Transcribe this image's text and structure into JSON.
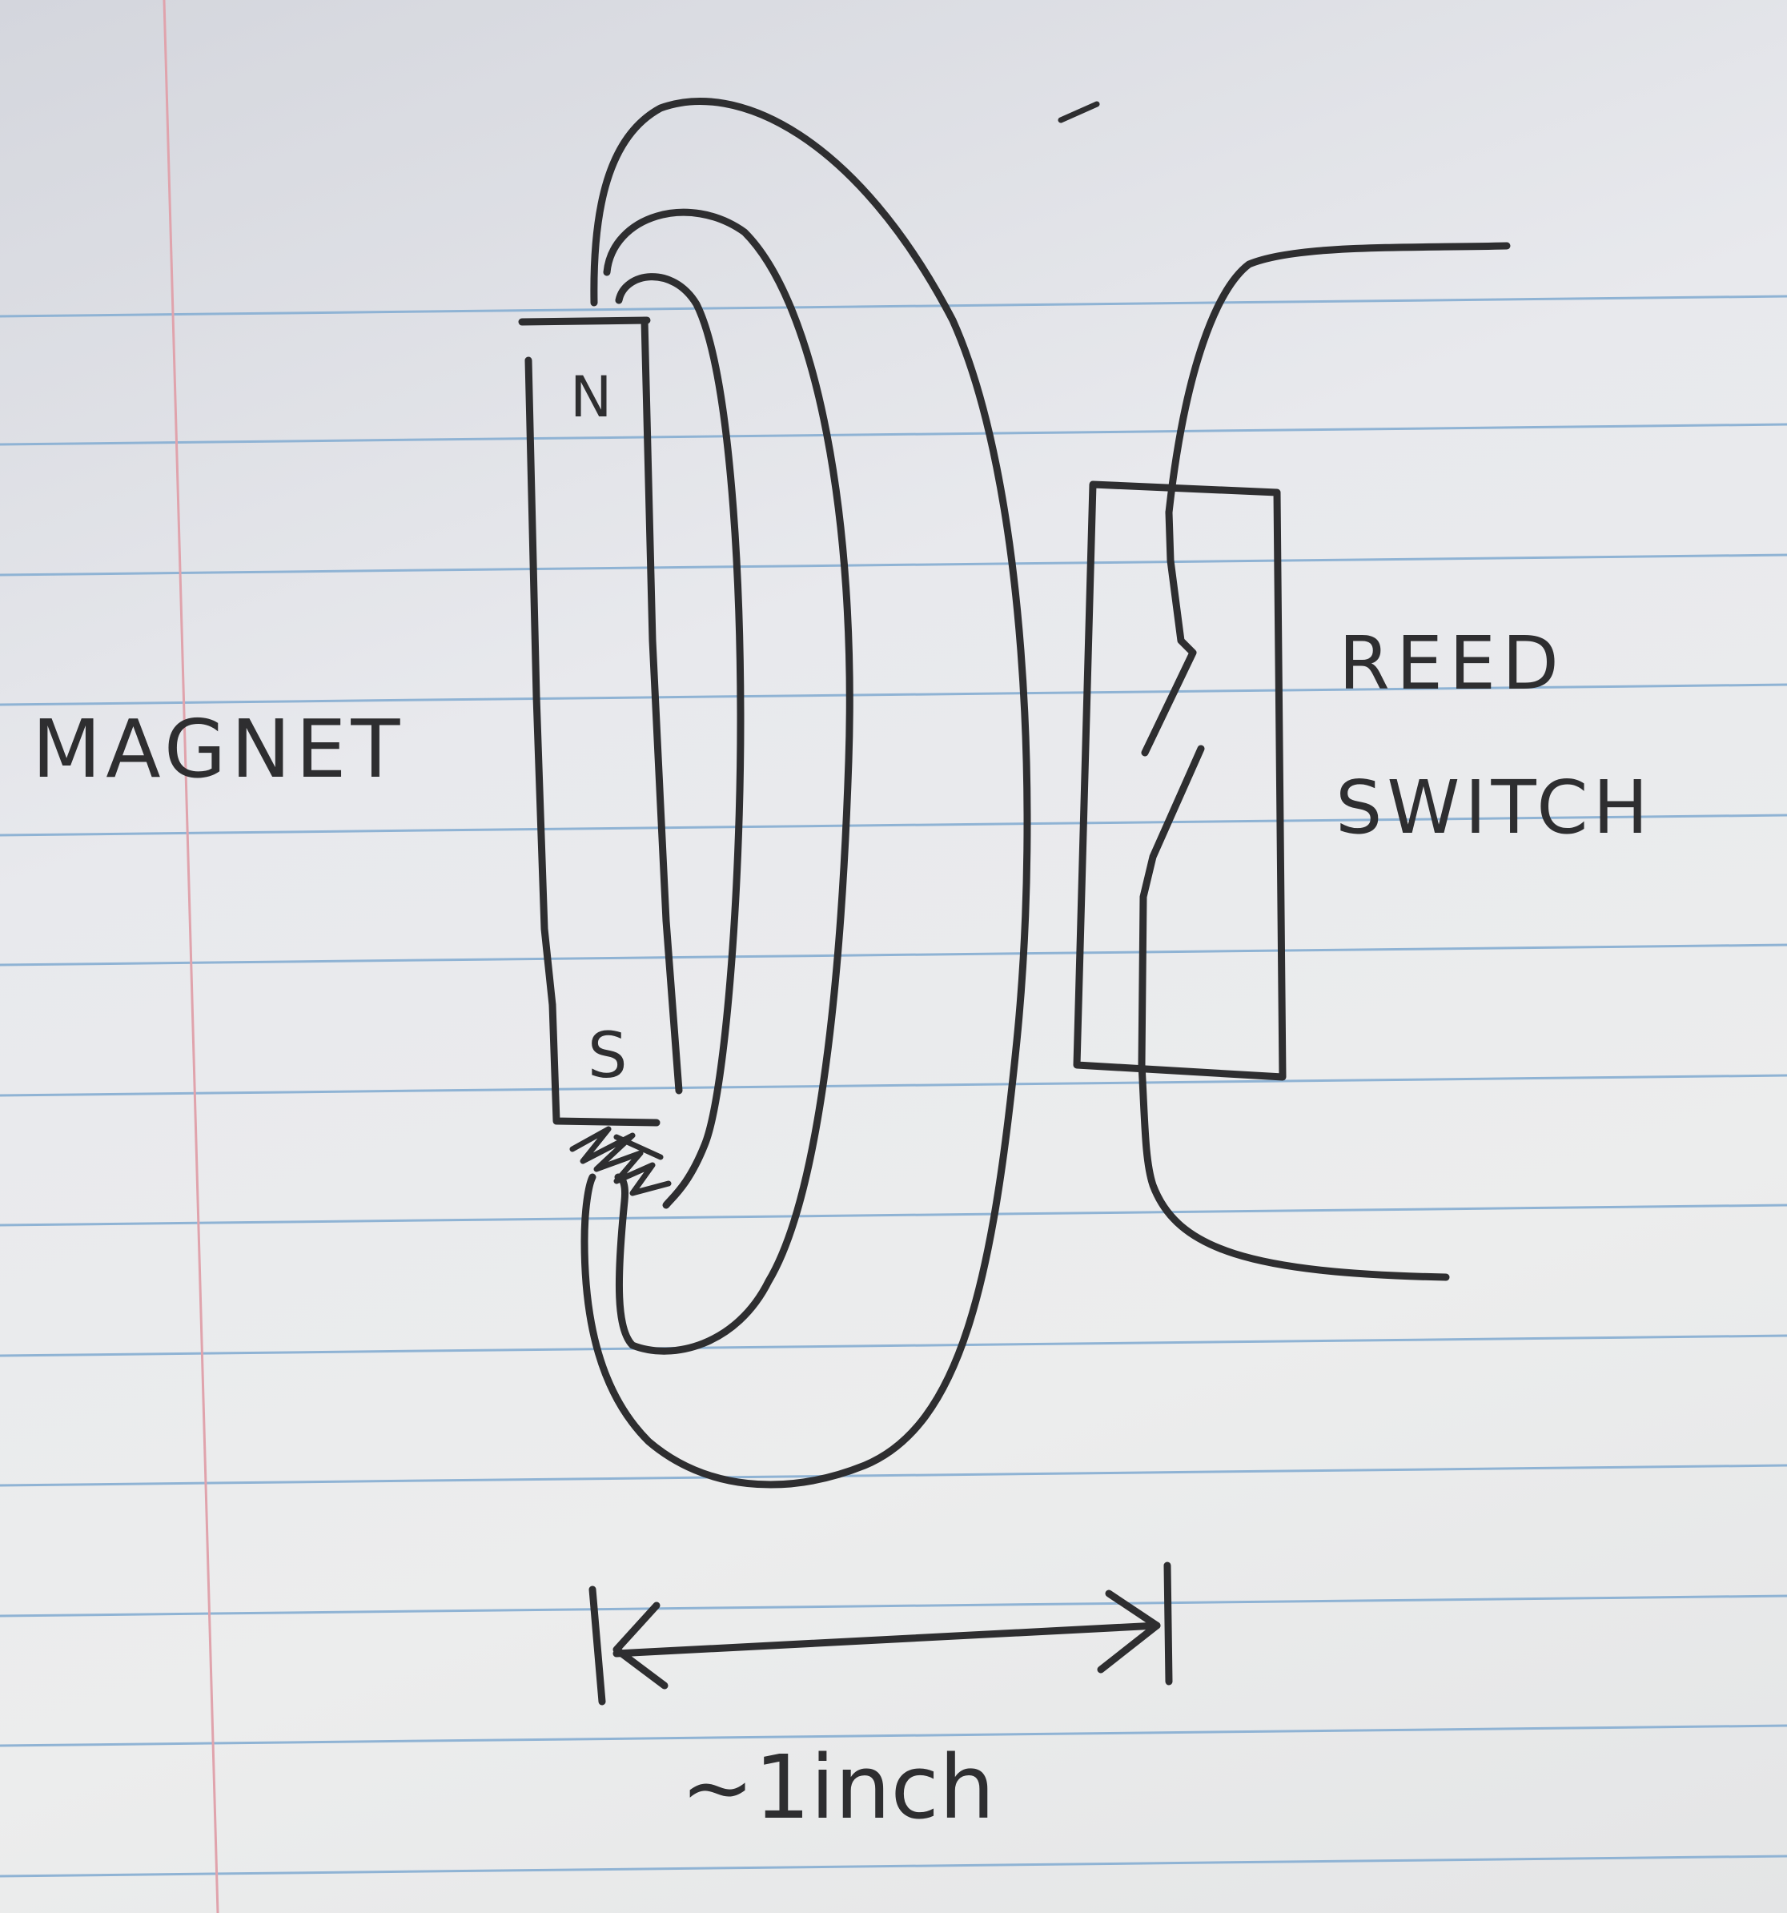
{
  "labels": {
    "magnet": "MAGNET",
    "north_pole": "N",
    "south_pole": "S",
    "reed_line1": "REED",
    "reed_line2": "SWITCH",
    "distance": "~1inch"
  },
  "colors": {
    "paper": "#eceded",
    "ink": "#2e2e30",
    "ruled_line": "#8fb3d4",
    "margin_line": "#e0a3ac"
  }
}
